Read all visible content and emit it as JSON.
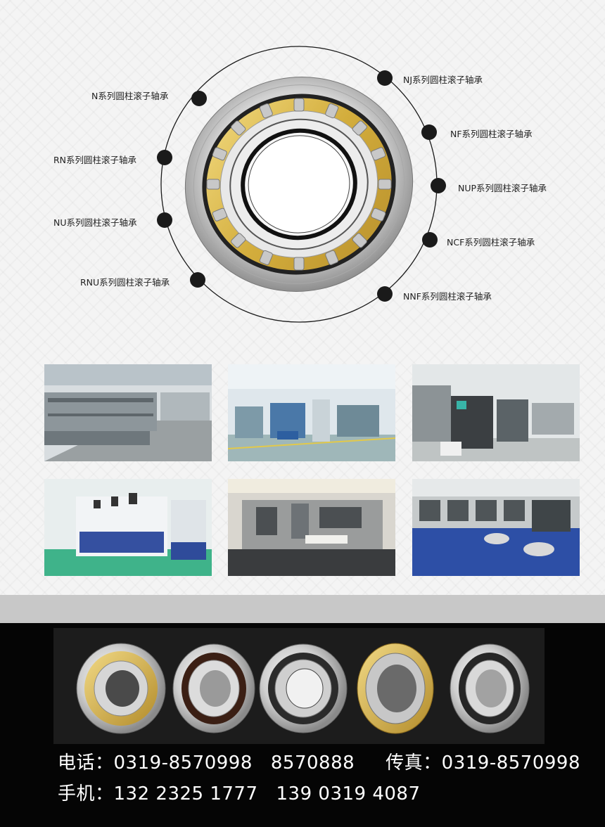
{
  "series_labels": {
    "n": "N系列圆柱滚子轴承",
    "rn": "RN系列圆柱滚子轴承",
    "nu": "NU系列圆柱滚子轴承",
    "rnu": "RNU系列圆柱滚子轴承",
    "nj": "NJ系列圆柱滚子轴承",
    "nf": "NF系列圆柱滚子轴承",
    "nup": "NUP系列圆柱滚子轴承",
    "ncf": "NCF系列圆柱滚子轴承",
    "nnf": "NNF系列圆柱滚子轴承"
  },
  "contact": {
    "phone_label": "电话：",
    "phone_1": "0319-8570998",
    "phone_2": "8570888",
    "fax_label": "传真：",
    "fax": "0319-8570998",
    "mobile_label": "手机：",
    "mobile_1": "132 2325 1777",
    "mobile_2": "139 0319 4087"
  },
  "colors": {
    "cage_brass": "#d9b84a",
    "steel": "#c9c9c9",
    "dot": "#1a1a1a"
  }
}
